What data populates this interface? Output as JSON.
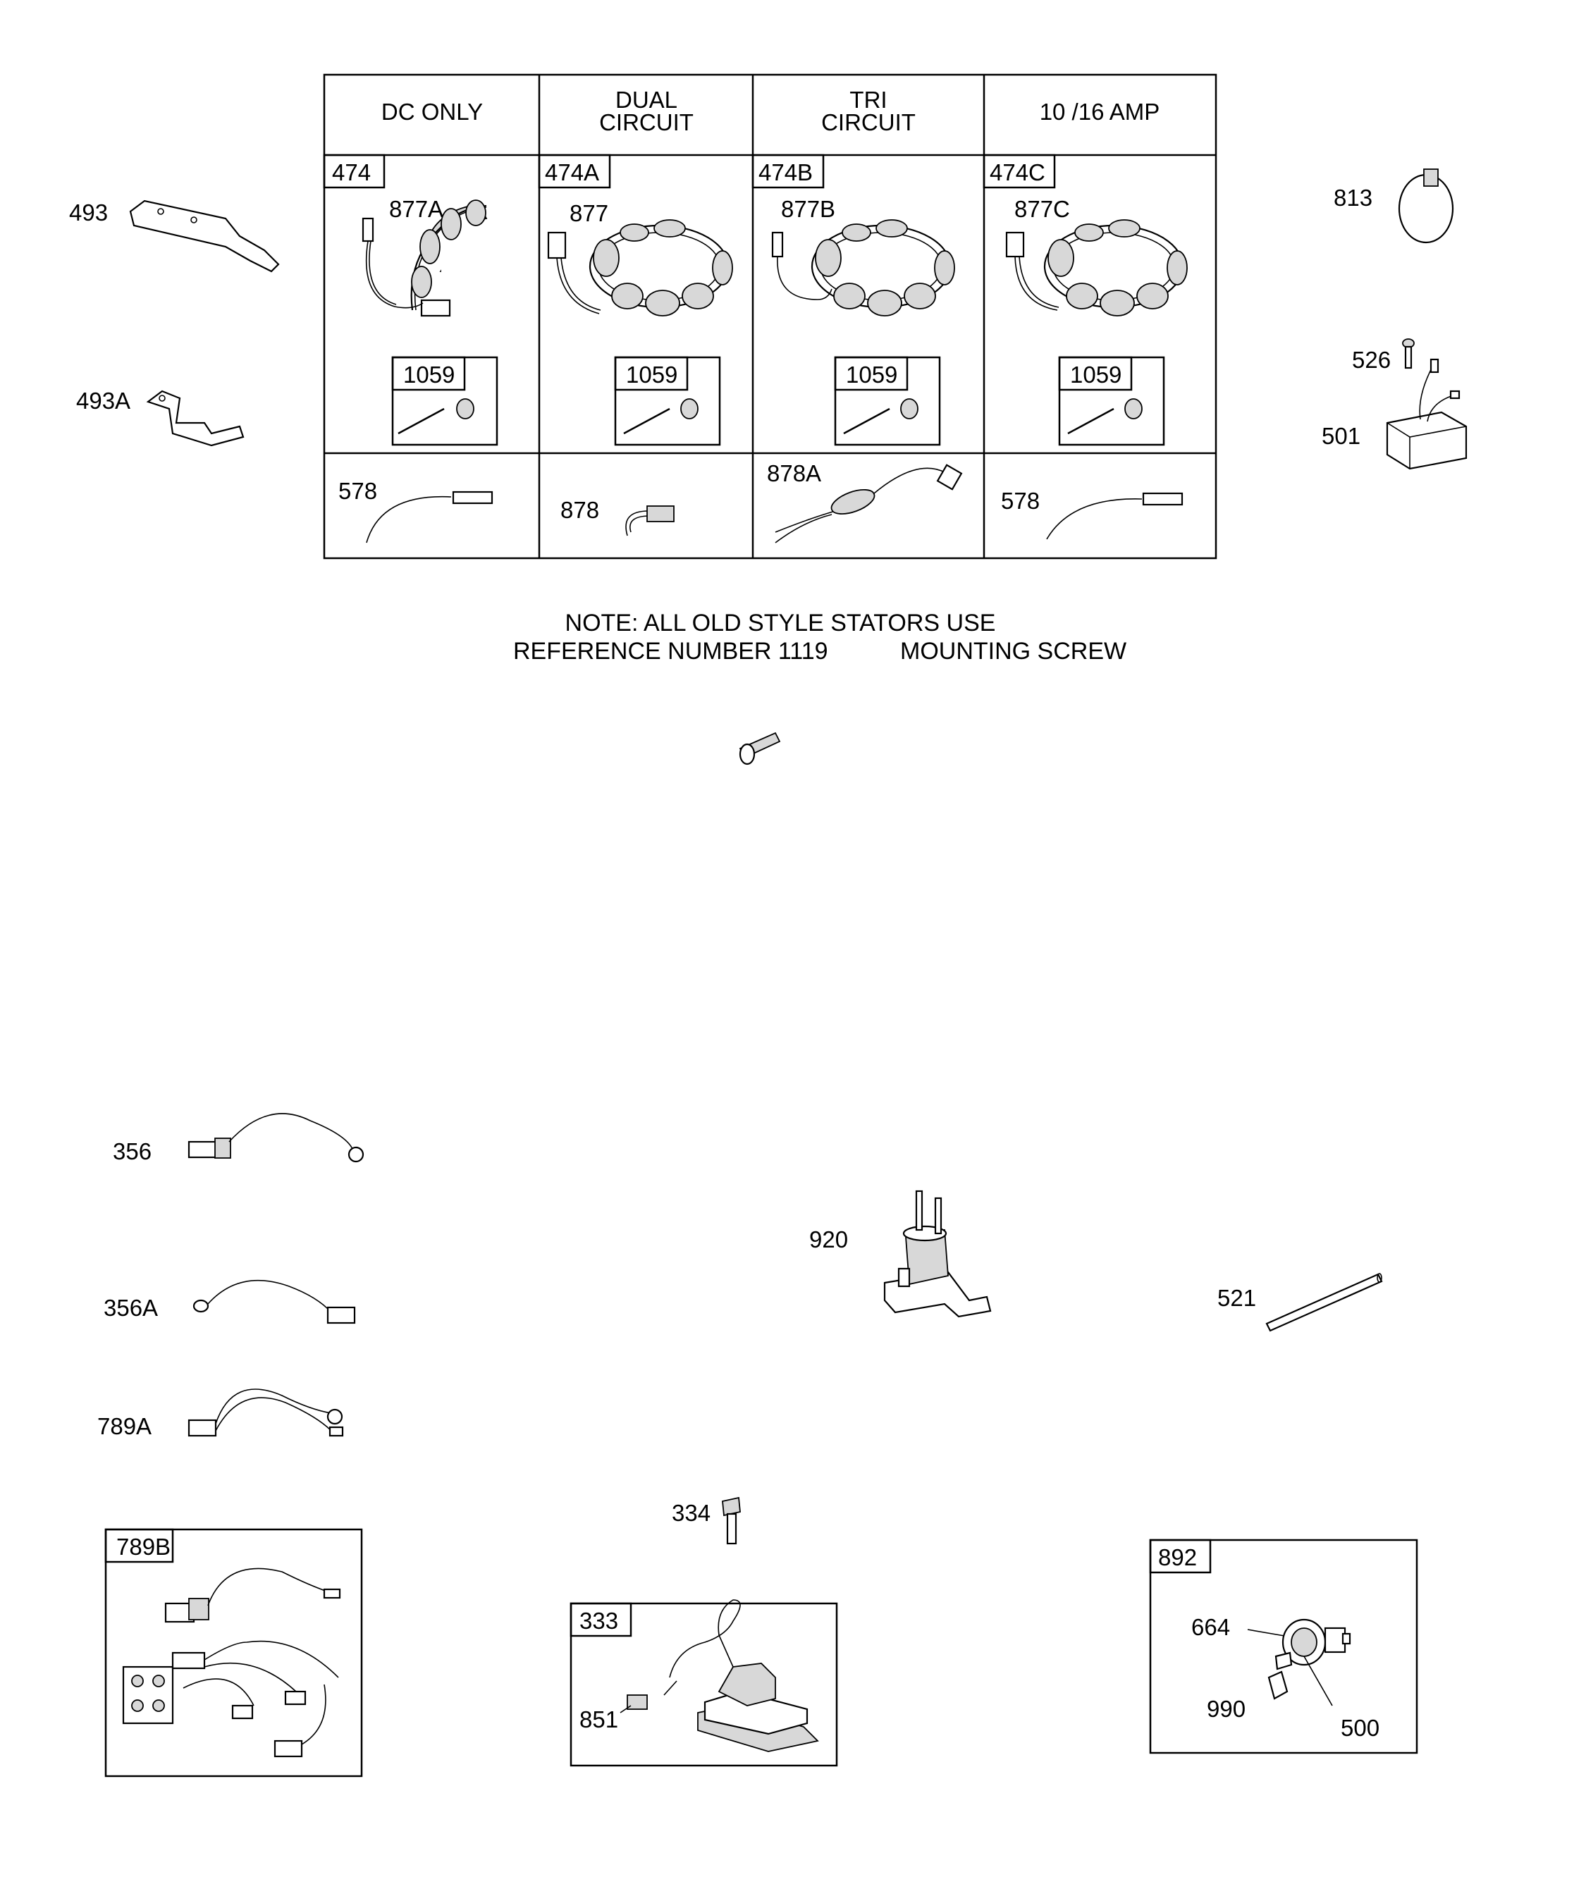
{
  "table": {
    "headers": [
      {
        "line1": "DC ONLY",
        "line2": ""
      },
      {
        "line1": "DUAL",
        "line2": "CIRCUIT"
      },
      {
        "line1": "TRI",
        "line2": "CIRCUIT"
      },
      {
        "line1": "10 /16 AMP",
        "line2": ""
      }
    ],
    "kits": [
      "474",
      "474A",
      "474B",
      "474C"
    ],
    "stators": [
      "877A",
      "877",
      "877B",
      "877C"
    ],
    "screw_kit": "1059",
    "harnesses": [
      "578",
      "878",
      "878A",
      "578"
    ]
  },
  "note": {
    "line1": "NOTE: ALL OLD STYLE STATORS USE",
    "line2a": "REFERENCE NUMBER 1119",
    "line2b": "MOUNTING SCREW"
  },
  "labels": {
    "p493": "493",
    "p493a": "493A",
    "p813": "813",
    "p526": "526",
    "p501": "501",
    "p356": "356",
    "p356a": "356A",
    "p789a": "789A",
    "p789b": "789B",
    "p920": "920",
    "p521": "521",
    "p334": "334",
    "p333": "333",
    "p851": "851",
    "p892": "892",
    "p664": "664",
    "p990": "990",
    "p500": "500"
  }
}
